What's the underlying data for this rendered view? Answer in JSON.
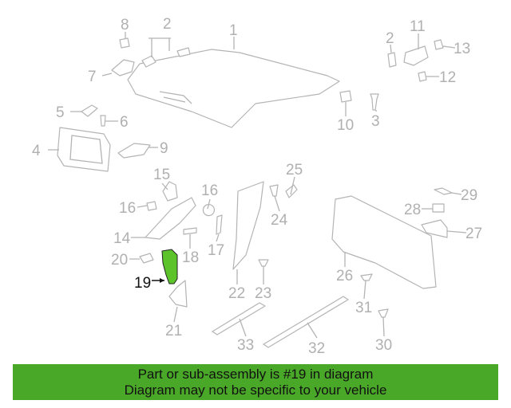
{
  "diagram": {
    "highlighted_part": "19",
    "highlight_color": "#5cc42a",
    "callouts": [
      "1",
      "2",
      "2",
      "3",
      "4",
      "5",
      "6",
      "7",
      "8",
      "9",
      "10",
      "11",
      "12",
      "13",
      "14",
      "15",
      "16",
      "16",
      "17",
      "18",
      "19",
      "20",
      "21",
      "22",
      "23",
      "24",
      "25",
      "26",
      "27",
      "28",
      "29",
      "30",
      "31",
      "32",
      "33"
    ]
  },
  "banner": {
    "line1": "Part or sub-assembly is #19 in diagram",
    "line2": "Diagram may not be specific to your vehicle",
    "color": "#4aa829"
  }
}
